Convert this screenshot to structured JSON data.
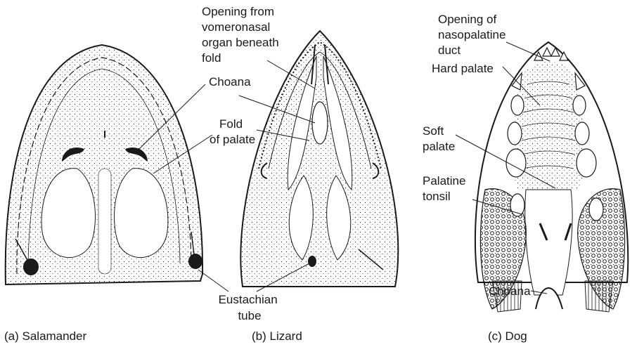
{
  "figure": {
    "ink_color": "#1a1a1a",
    "background": "#ffffff",
    "panels": [
      {
        "id": "salamander",
        "caption": "(a) Salamander"
      },
      {
        "id": "lizard",
        "caption": "(b) Lizard"
      },
      {
        "id": "dog",
        "caption": "(c) Dog"
      }
    ],
    "labels": {
      "vomeronasal": [
        "Opening from",
        "vomeronasal",
        "organ beneath",
        "fold"
      ],
      "choana_top": [
        "Choana"
      ],
      "fold_of_palate": [
        "Fold",
        "of palate"
      ],
      "eustachian_tube": [
        "Eustachian",
        "tube"
      ],
      "nasopalatine": [
        "Opening of",
        "nasopalatine",
        "duct"
      ],
      "hard_palate": [
        "Hard palate"
      ],
      "soft_palate": [
        "Soft",
        "palate"
      ],
      "palatine_tonsil": [
        "Palatine",
        "tonsil"
      ],
      "choana_dog": [
        "Choana"
      ]
    }
  }
}
